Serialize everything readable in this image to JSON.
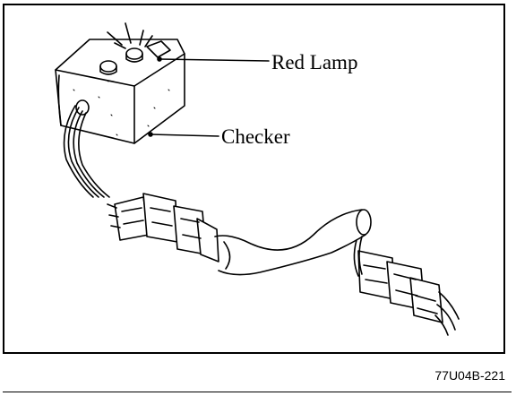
{
  "figure": {
    "callouts": {
      "red_lamp": "Red Lamp",
      "checker": "Checker"
    },
    "figure_code": "77U04B-221"
  },
  "colors": {
    "ink": "#000000",
    "paper": "#ffffff"
  },
  "icons": [
    "checker-box-icon",
    "red-lamp-icon",
    "connector-icon",
    "wire-harness-icon"
  ]
}
